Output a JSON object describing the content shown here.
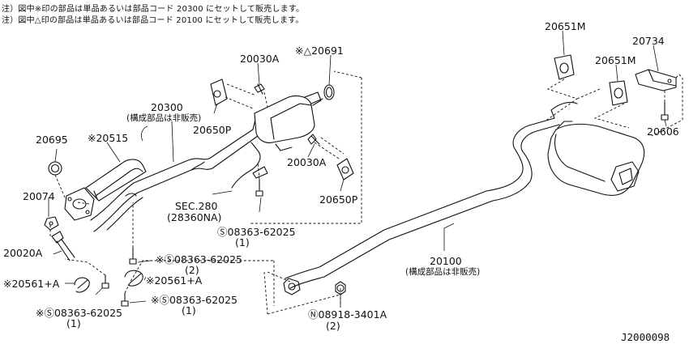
{
  "notes": [
    "注）図中※印の部品は単品あるいは部品コード 20300 にセットして販売します。",
    "注）図中△印の部品は単品あるいは部品コード 20100 にセットして販売します。"
  ],
  "labels": {
    "p20030A_top": "20030A",
    "p20691": "※△20691",
    "p20300": "20300",
    "p20300_sub": "(構成部品は非販売)",
    "p20650P_left": "20650P",
    "p20695": "20695",
    "p20515": "※20515",
    "p20074": "20074",
    "p20030A_mid": "20030A",
    "p20650P_right": "20650P",
    "sec280": "SEC.280",
    "sec280_sub": "(28360NA)",
    "bolt_a": "Ⓢ08363-62025",
    "bolt_a_qty": "(1)",
    "p20020A": "20020A",
    "bolt_b": "※Ⓢ08363-62025",
    "bolt_b_qty": "(2)",
    "p20561A_left": "※20561+A",
    "p20561A_right": "※20561+A",
    "bolt_c": "※Ⓢ08363-62025",
    "bolt_c_qty": "(1)",
    "bolt_d": "※Ⓢ08363-62025",
    "bolt_d_qty": "(1)",
    "p20651M_top": "20651M",
    "p20734": "20734",
    "p20651M_mid": "20651M",
    "p20606": "20606",
    "p20100": "20100",
    "p20100_sub": "(構成部品は非販売)",
    "nut": "Ⓝ08918-3401A",
    "nut_qty": "(2)",
    "diagram_id": "J2000098"
  }
}
